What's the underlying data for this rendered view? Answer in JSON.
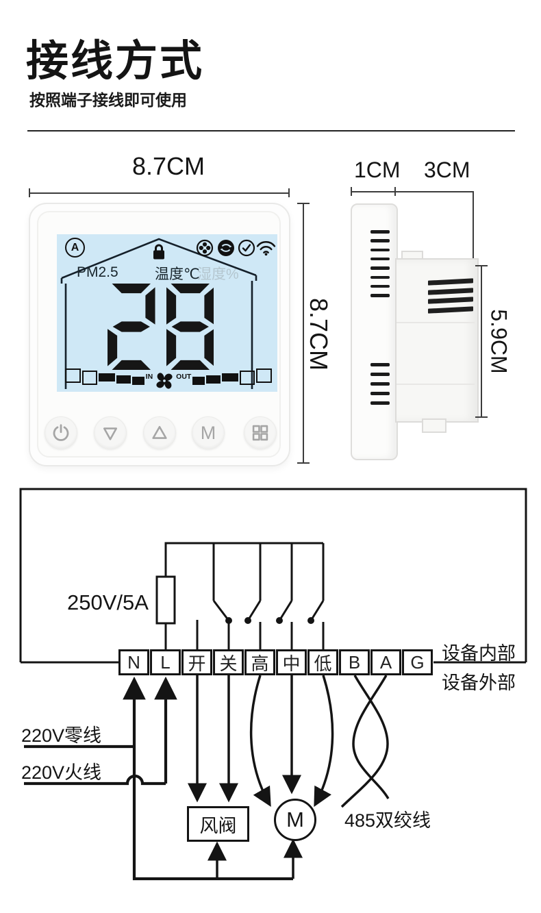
{
  "header": {
    "title": "接线方式",
    "subtitle": "按照端子接线即可使用"
  },
  "front_view": {
    "width_label": "8.7CM",
    "height_label": "8.7CM",
    "screen": {
      "auto_icon_label": "A",
      "pm_label": "PM2.5",
      "temp_label": "温度℃",
      "humidity_label": "湿度%",
      "temperature": "28",
      "in_label": "IN",
      "out_label": "OUT"
    },
    "mode_button_label": "M"
  },
  "side_view": {
    "panel_depth_label": "1CM",
    "module_depth_label": "3CM",
    "module_height_label": "5.9CM"
  },
  "wiring": {
    "fuse_label": "250V/5A",
    "terminals": [
      "N",
      "L",
      "开",
      "关",
      "高",
      "中",
      "低",
      "B",
      "A",
      "G"
    ],
    "internal_label": "设备内部",
    "external_label": "设备外部",
    "neutral_label": "220V零线",
    "live_label": "220V火线",
    "valve_label": "风阀",
    "motor_label": "M",
    "rs485_label": "485双绞线"
  },
  "colors": {
    "lcd_bg": "#cfe8f6",
    "diagram_line": "#141414"
  }
}
